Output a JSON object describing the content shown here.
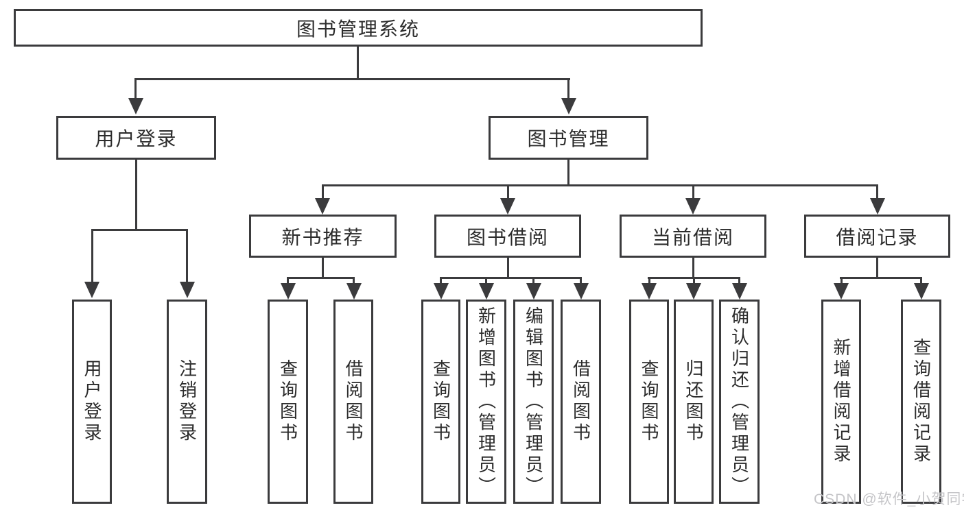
{
  "diagram_title": "图书管理系统",
  "watermark": "CSDN @软件_小贺同学",
  "colors": {
    "line": "#3b3b3d",
    "text": "#2b2b2b",
    "background": "#ffffff",
    "watermark": "#c5c5c8"
  },
  "tree": {
    "label": "图书管理系统",
    "children": [
      {
        "label": "用户登录",
        "children": [
          {
            "label": "用户登录"
          },
          {
            "label": "注销登录"
          }
        ]
      },
      {
        "label": "图书管理",
        "children": [
          {
            "label": "新书推荐",
            "children": [
              {
                "label": "查询图书"
              },
              {
                "label": "借阅图书"
              }
            ]
          },
          {
            "label": "图书借阅",
            "children": [
              {
                "label": "查询图书"
              },
              {
                "label": "新增图书（管理员）"
              },
              {
                "label": "编辑图书（管理员）"
              },
              {
                "label": "借阅图书"
              }
            ]
          },
          {
            "label": "当前借阅",
            "children": [
              {
                "label": "查询图书"
              },
              {
                "label": "归还图书"
              },
              {
                "label": "确认归还（管理员）"
              }
            ]
          },
          {
            "label": "借阅记录",
            "children": [
              {
                "label": "新增借阅记录"
              },
              {
                "label": "查询借阅记录"
              }
            ]
          }
        ]
      }
    ]
  }
}
